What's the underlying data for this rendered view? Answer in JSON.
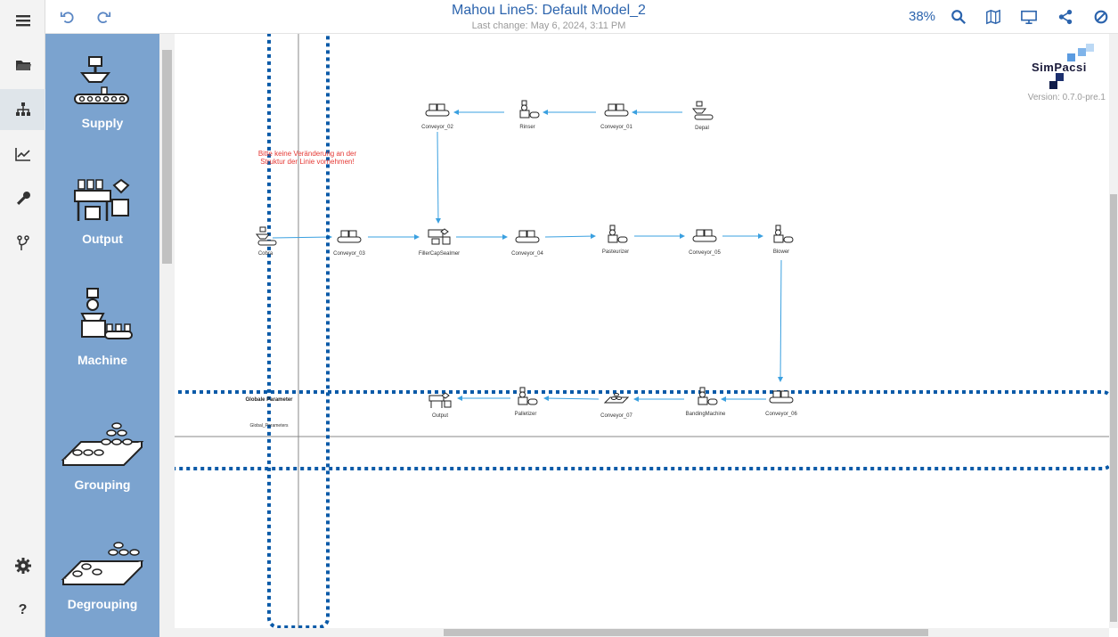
{
  "header": {
    "title": "Mahou Line5: Default Model_2",
    "subtitle": "Last change: May 6, 2024, 3:11 PM",
    "zoom": "38%"
  },
  "rail": {
    "items": [
      "menu-icon",
      "folder-icon",
      "sitemap-icon",
      "chart-line-icon",
      "wrench-icon",
      "fork-icon",
      "settings-icon",
      "help-icon"
    ],
    "help_label": "?"
  },
  "palette": {
    "items": [
      {
        "label": "Supply"
      },
      {
        "label": "Output"
      },
      {
        "label": "Machine"
      },
      {
        "label": "Grouping"
      },
      {
        "label": "Degrouping"
      }
    ]
  },
  "canvas": {
    "warning": "Bitte keine Veränderung an der Struktur der Linie vornehmen!",
    "global_title": "Globale Parameter",
    "global_label": "Global_Parameters",
    "brand": "SimPacsi",
    "version": "Version: 0.7.0-pre.1",
    "nodes": {
      "conveyor_02": "Conveyor_02",
      "rinser": "Rinser",
      "conveyor_01": "Conveyor_01",
      "depal": "Depal",
      "cobra": "Cobra",
      "conveyor_03": "Conveyor_03",
      "filler": "FillerCapSealmer",
      "conveyor_04": "Conveyor_04",
      "pasteurizer": "Pasteurizer",
      "conveyor_05": "Conveyor_05",
      "blower": "Blower",
      "output": "Output",
      "palletizer": "Palletizer",
      "conveyor_07": "Conveyor_07",
      "banding": "BandingMachine",
      "conveyor_06": "Conveyor_06"
    }
  },
  "colors": {
    "accent": "#2c64ad",
    "palette_bg": "#7ba3cf",
    "arrow": "#3aa0e0",
    "highlight": "#0a5aa8",
    "warning": "#e53935"
  }
}
